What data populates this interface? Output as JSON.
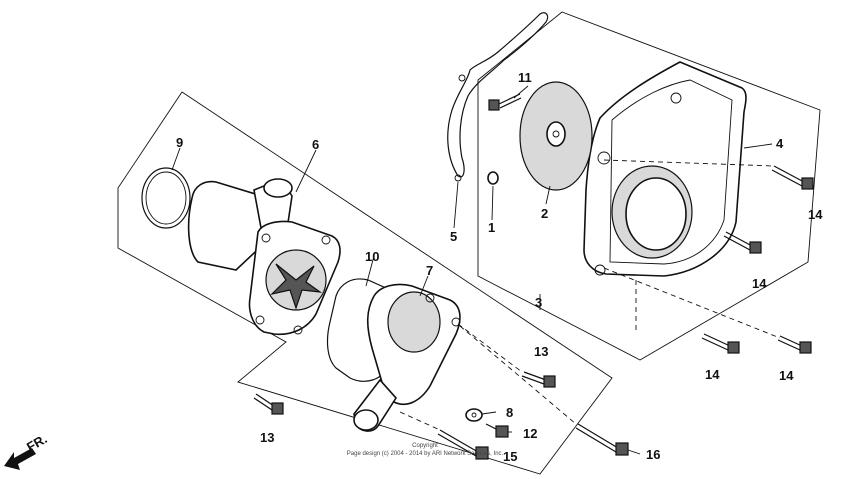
{
  "callouts": {
    "c1": "1",
    "c2": "2",
    "c3": "3",
    "c4": "4",
    "c5": "5",
    "c6": "6",
    "c7": "7",
    "c8": "8",
    "c9": "9",
    "c10": "10",
    "c11": "11",
    "c12": "12",
    "c13a": "13",
    "c13b": "13",
    "c14a": "14",
    "c14b": "14",
    "c14c": "14",
    "c14d": "14",
    "c15": "15",
    "c16": "16"
  },
  "front_indicator": "FR.",
  "copyright": {
    "line1": "Copyright",
    "line2": "Page design (c) 2004 - 2014 by ARI Network Services, Inc."
  },
  "colors": {
    "ink": "#111111",
    "paper": "#ffffff",
    "shade": "#d9d9d9"
  }
}
